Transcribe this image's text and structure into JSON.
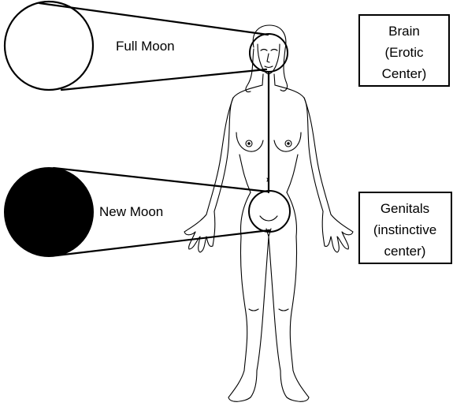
{
  "labels": {
    "full_moon": "Full Moon",
    "new_moon": "New Moon"
  },
  "boxes": {
    "brain": [
      "Brain",
      "(Erotic",
      "Center)"
    ],
    "genitals": [
      "Genitals",
      "(instinctive",
      "center)"
    ]
  },
  "colors": {
    "line": "#000000",
    "background": "#ffffff",
    "new_moon_fill": "#000000",
    "full_moon_fill": "#ffffff"
  }
}
